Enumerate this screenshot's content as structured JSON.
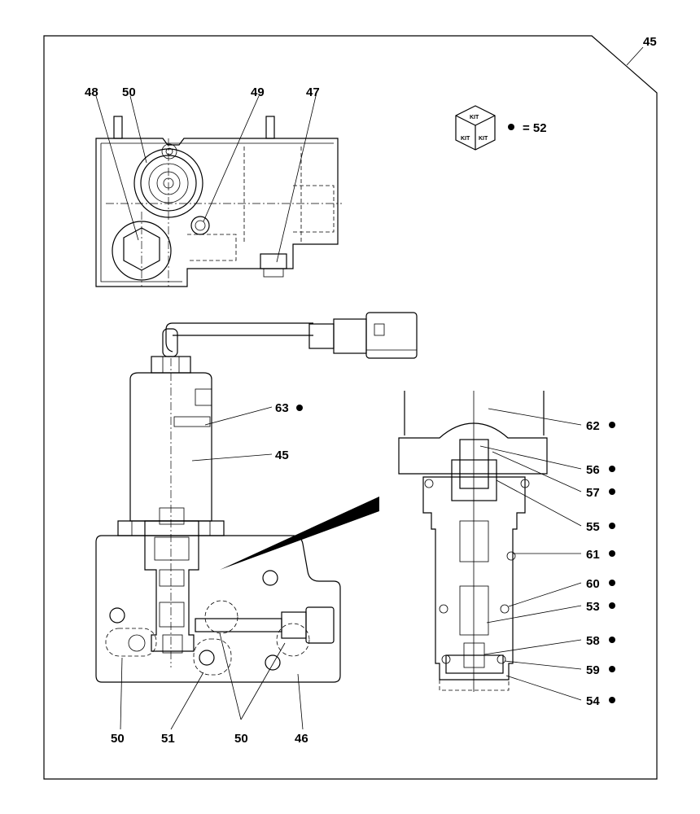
{
  "frame": {
    "ref_number": "45"
  },
  "legend": {
    "box_text": "KIT",
    "equals_text": "= 52"
  },
  "callouts": {
    "top_view": [
      "48",
      "50",
      "49",
      "47"
    ],
    "solenoid": [
      "63",
      "45"
    ],
    "body_bottom": [
      "50",
      "51",
      "50",
      "46"
    ],
    "section": [
      "62",
      "56",
      "57",
      "55",
      "61",
      "60",
      "53",
      "58",
      "59",
      "54"
    ]
  },
  "kit_marked": [
    "63",
    "62",
    "56",
    "57",
    "55",
    "61",
    "60",
    "53",
    "58",
    "59",
    "54"
  ],
  "colors": {
    "line": "#000000",
    "background": "#ffffff"
  }
}
